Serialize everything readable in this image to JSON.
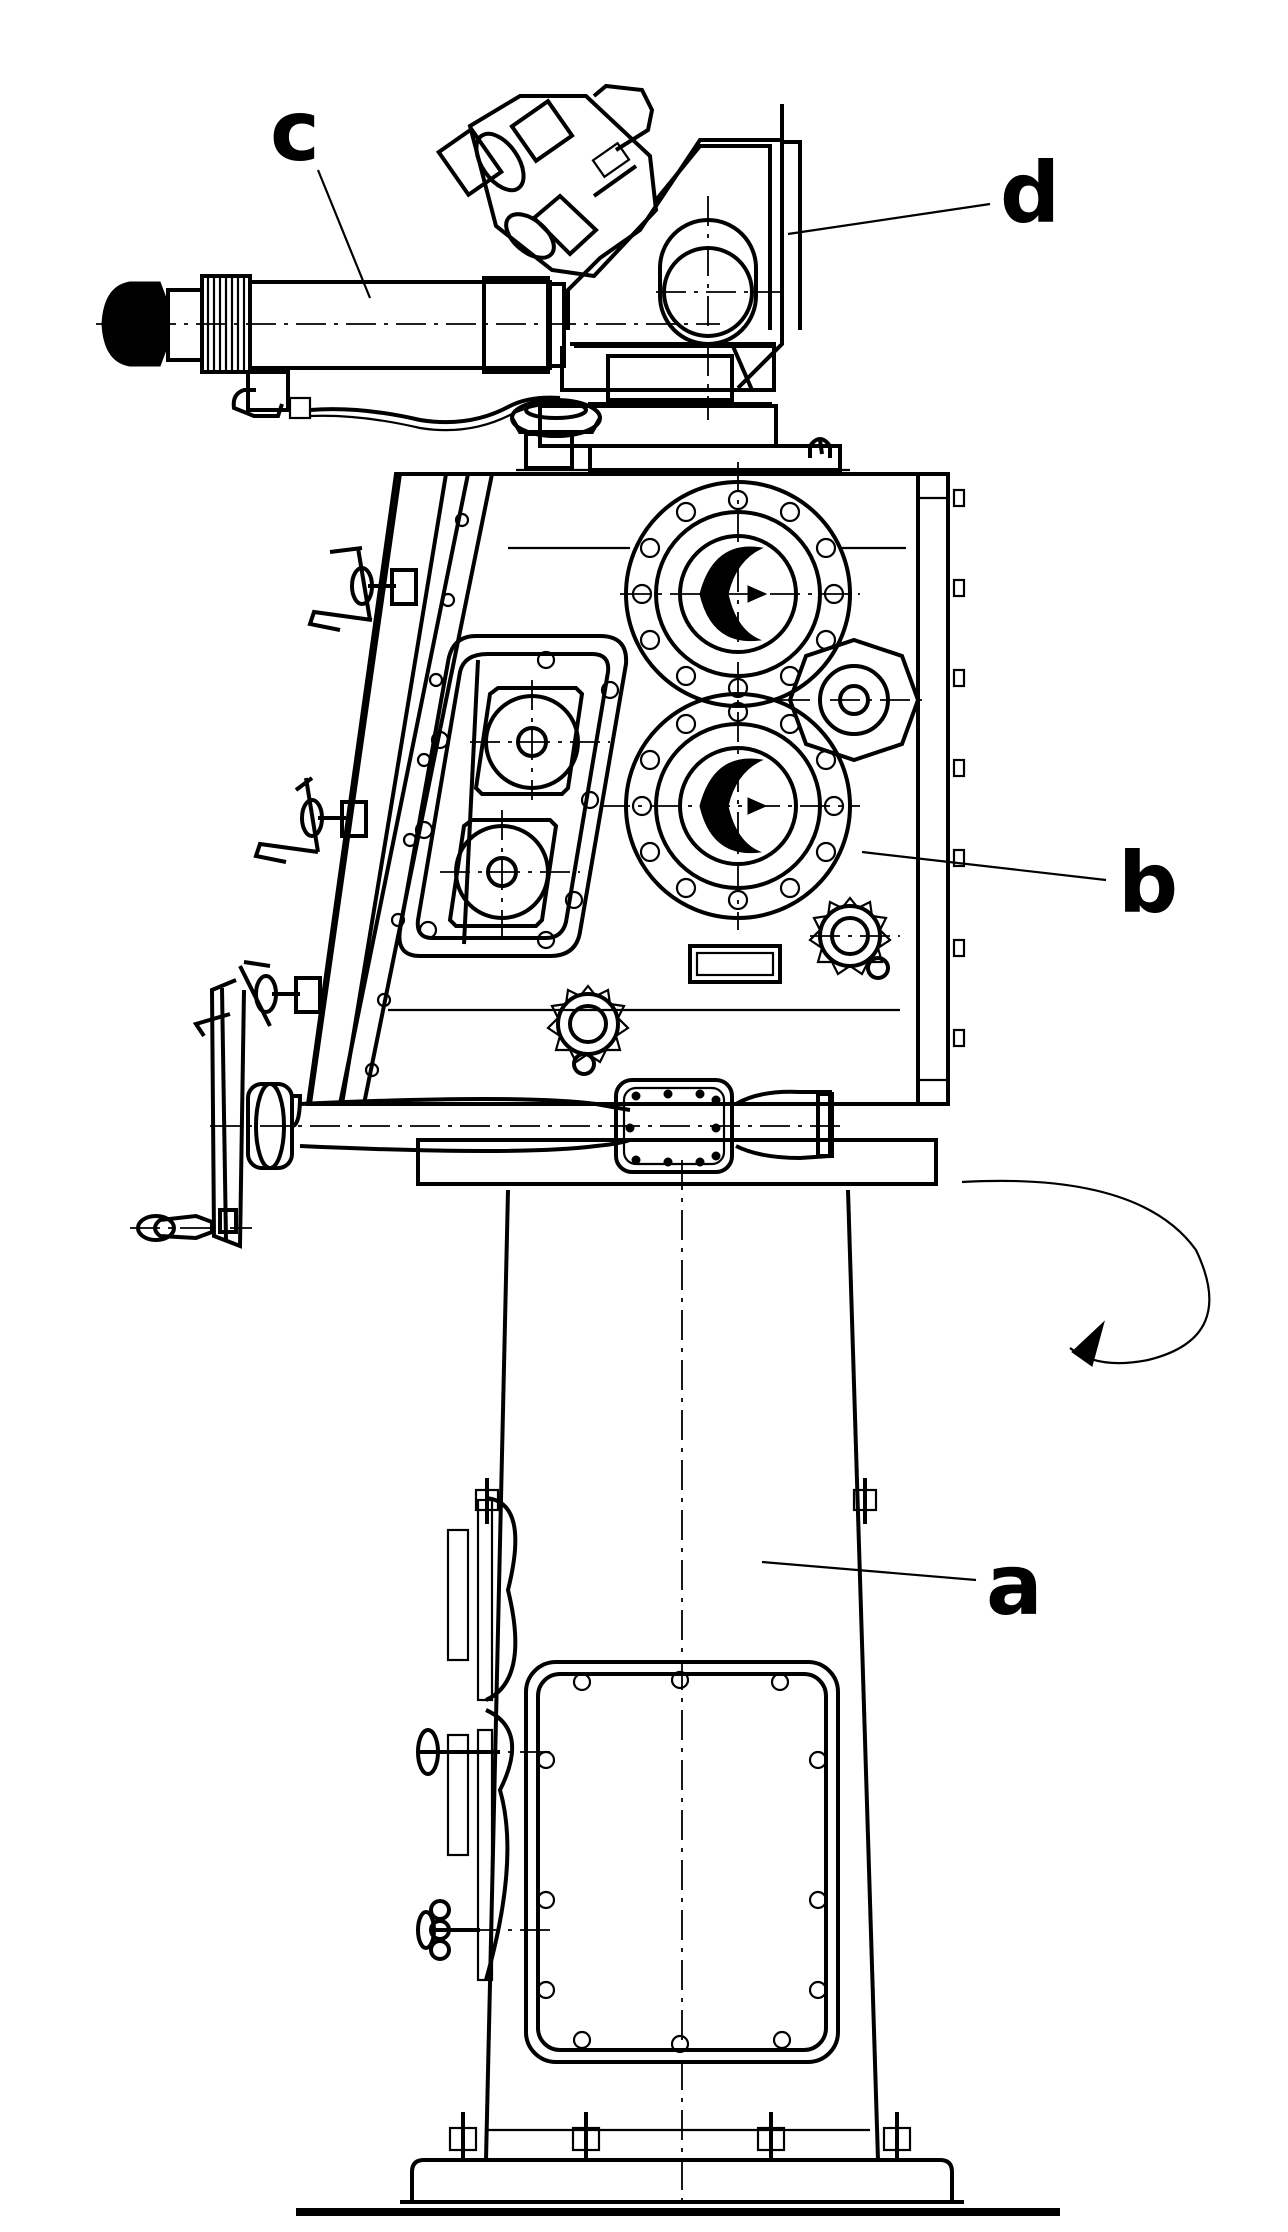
{
  "labels": {
    "a": "a",
    "b": "b",
    "c": "c",
    "d": "d"
  },
  "colors": {
    "ink": "#000000",
    "paper": "#ffffff"
  }
}
